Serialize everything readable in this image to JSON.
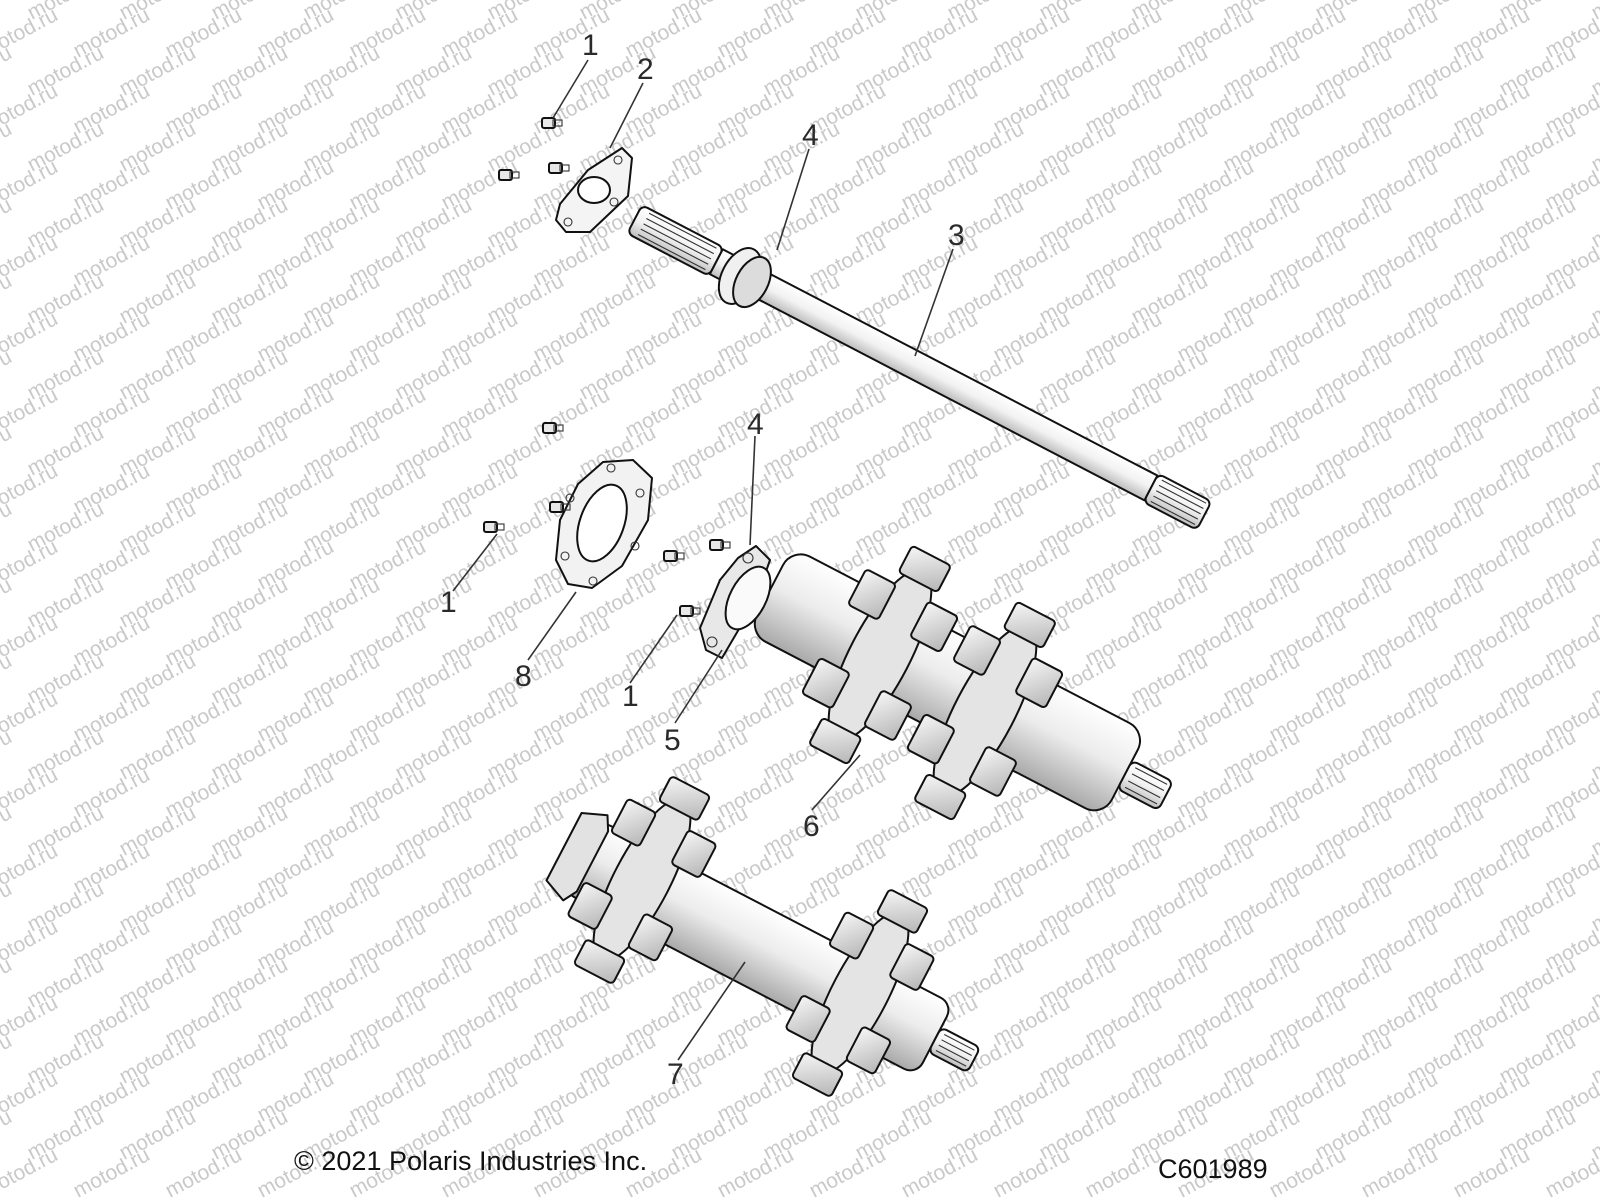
{
  "watermark": {
    "text": "motod.ru"
  },
  "callouts": [
    {
      "id": "c1a",
      "label": "1"
    },
    {
      "id": "c2",
      "label": "2"
    },
    {
      "id": "c4a",
      "label": "4"
    },
    {
      "id": "c3",
      "label": "3"
    },
    {
      "id": "c4b",
      "label": "4"
    },
    {
      "id": "c1b",
      "label": "1"
    },
    {
      "id": "c8",
      "label": "8"
    },
    {
      "id": "c1c",
      "label": "1"
    },
    {
      "id": "c5",
      "label": "5"
    },
    {
      "id": "c6",
      "label": "6"
    },
    {
      "id": "c7",
      "label": "7"
    }
  ],
  "footer": {
    "copyright": "© 2021 Polaris Industries Inc.",
    "figure_code": "C601989"
  }
}
